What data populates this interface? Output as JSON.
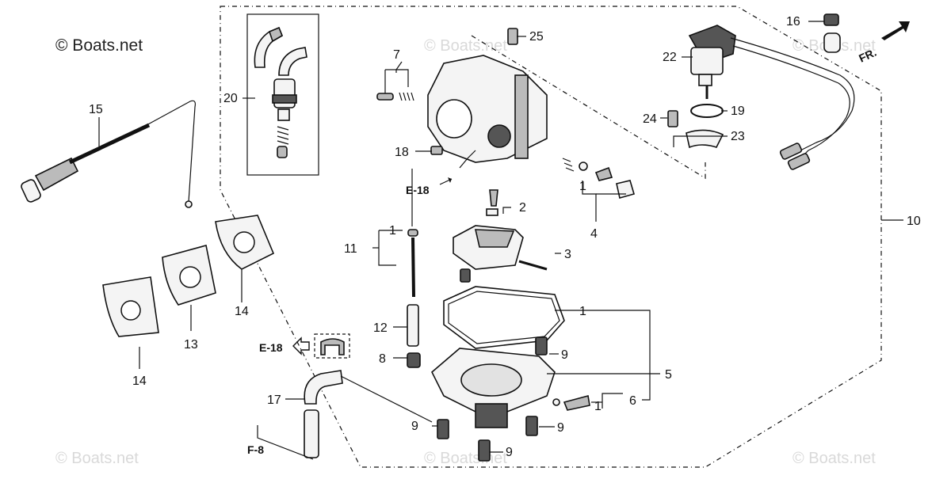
{
  "copyright": "© Boats.net",
  "watermark": "© Boats.net",
  "direction": "FR.",
  "refs": {
    "e18_top": "E-18",
    "e18_left": "E-18",
    "f8": "F-8"
  },
  "callouts": {
    "c1a": "1",
    "c1b": "1",
    "c1c": "1",
    "c1d": "1",
    "c2": "2",
    "c3": "3",
    "c4": "4",
    "c5": "5",
    "c6": "6",
    "c7": "7",
    "c8": "8",
    "c9a": "9",
    "c9b": "9",
    "c9c": "9",
    "c9d": "9",
    "c10": "10",
    "c11": "11",
    "c12": "12",
    "c13": "13",
    "c14a": "14",
    "c14b": "14",
    "c15": "15",
    "c16": "16",
    "c17": "17",
    "c18": "18",
    "c19": "19",
    "c20": "20",
    "c22": "22",
    "c23": "23",
    "c24": "24",
    "c25": "25"
  }
}
